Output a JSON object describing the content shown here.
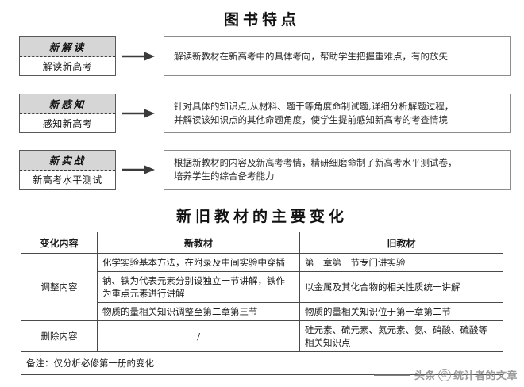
{
  "sections": {
    "features": {
      "title": "图书特点",
      "rows": [
        {
          "tag_top": "新解读",
          "tag_bottom": "解读新高考",
          "arrow_icon": "right-arrow-icon",
          "desc_lines": [
            "解读新教材在新高考中的具体考向，帮助学生把握重难点，有的放矢"
          ]
        },
        {
          "tag_top": "新感知",
          "tag_bottom": "感知新高考",
          "arrow_icon": "right-arrow-icon",
          "desc_lines": [
            "针对具体的知识点,从材料、题干等角度命制试题,详细分析解题过程，",
            "并解读该知识点的其他命题角度，使学生提前感知新高考的考查情境"
          ]
        },
        {
          "tag_top": "新实战",
          "tag_bottom": "新高考水平测试",
          "arrow_icon": "right-arrow-icon",
          "desc_lines": [
            "根据新教材的内容及新高考考情，精研细磨命制了新高考水平测试卷，",
            "培养学生的综合备考能力"
          ]
        }
      ]
    },
    "changes": {
      "title": "新旧教材的主要变化",
      "table": {
        "headers": [
          "变化内容",
          "新教材",
          "旧教材"
        ],
        "groups": [
          {
            "label": "调整内容",
            "rows": [
              {
                "new": [
                  "化学实验基本方法，在附录及中间实验中穿插"
                ],
                "old": [
                  "第一章第一节专门讲实验"
                ]
              },
              {
                "new": [
                  "钠、铁为代表元素分别设独立一节讲解，铁作",
                  "为重点元素进行讲解"
                ],
                "old": [
                  "以金属及其化合物的相关性质统一讲解"
                ]
              },
              {
                "new": [
                  "物质的量相关知识调整至第二章第三节"
                ],
                "old": [
                  "物质的量相关知识位于第一章第二节"
                ]
              }
            ]
          },
          {
            "label": "删除内容",
            "rows": [
              {
                "new": [
                  "/"
                ],
                "old": [
                  "硅元素、硫元素、氮元素、氨、硝酸、硫酸等",
                  "相关知识点"
                ]
              }
            ]
          }
        ],
        "note": "备注：仅分析必修第一册的变化"
      }
    }
  },
  "watermark": {
    "prefix": "头条",
    "at": "@",
    "name": "统计者的文章"
  },
  "colors": {
    "tag_top_bg": "#d6d6d6",
    "border": "#4a4a4a",
    "text": "#1a1a1a",
    "watermark": "#8a8a8a"
  }
}
